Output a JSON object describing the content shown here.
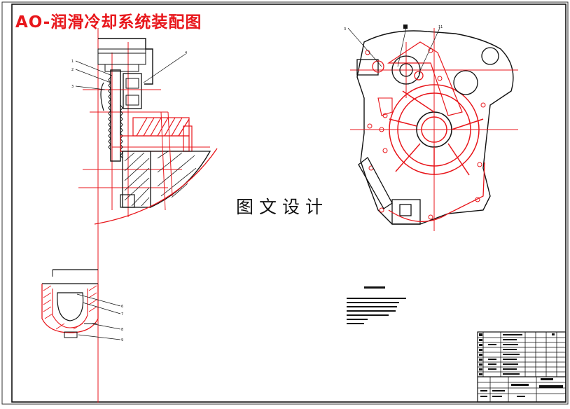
{
  "drawing": {
    "title": "AO-润滑冷却系统装配图",
    "watermark": "图文设计",
    "colors": {
      "drafting_red": "#e8161b",
      "ink": "#111111",
      "background": "#ffffff"
    }
  },
  "balloons": {
    "left_top": [
      "1",
      "2",
      "3",
      "4"
    ],
    "left_bottom": [
      "6",
      "7",
      "8",
      "9"
    ],
    "right_top": [
      "3",
      "11"
    ]
  }
}
